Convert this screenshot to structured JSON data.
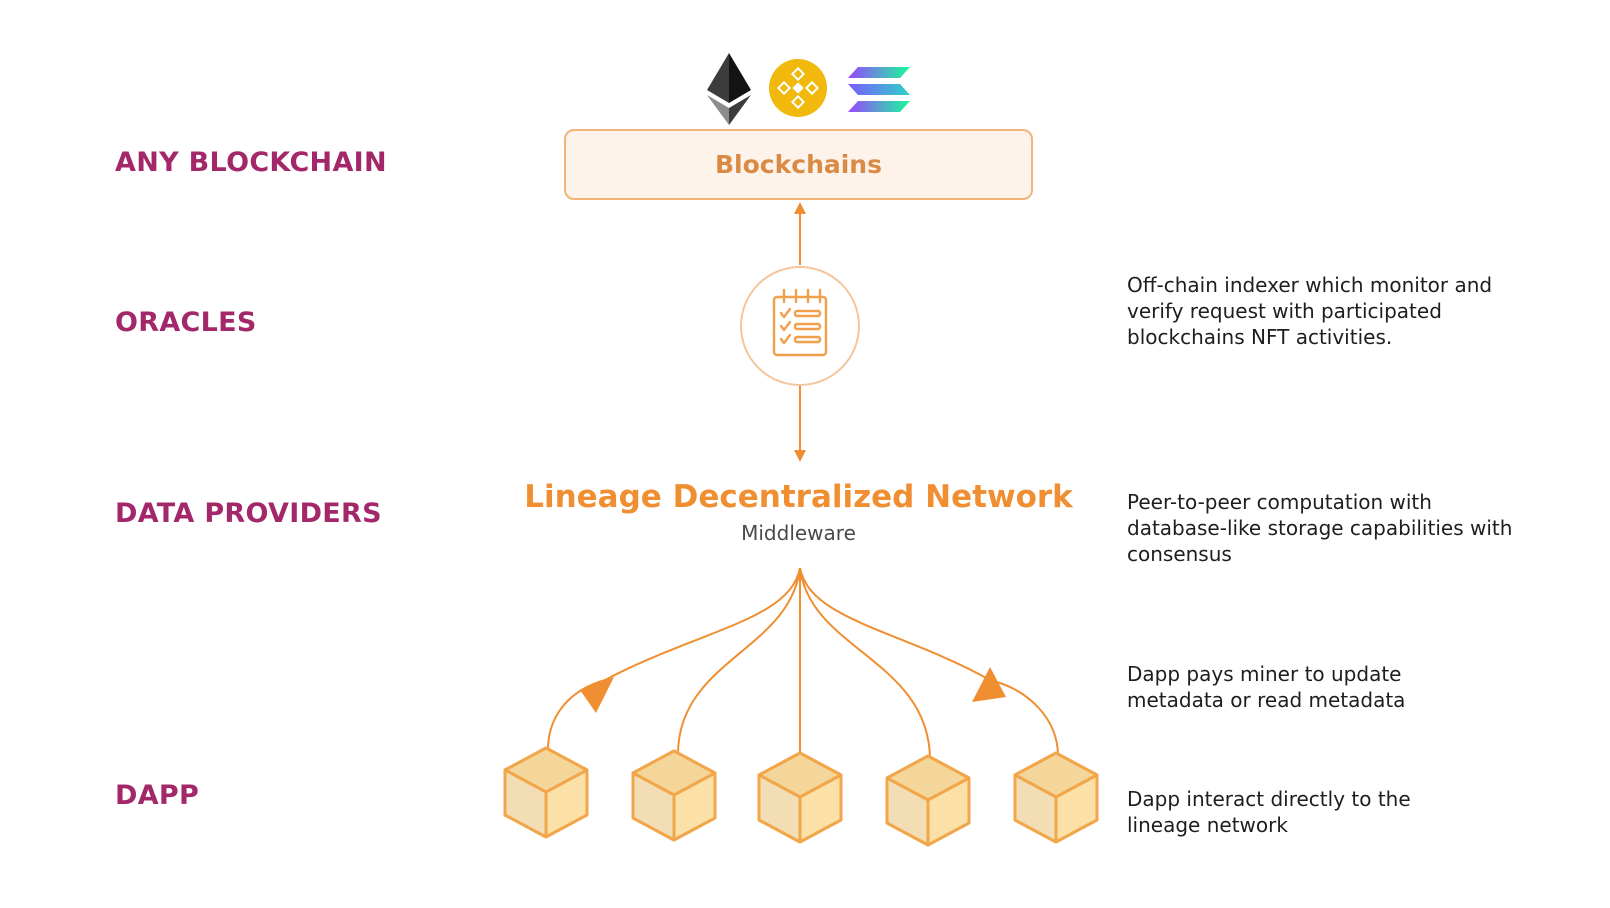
{
  "layers": {
    "any_blockchain": "ANY BLOCKCHAIN",
    "oracles": "ORACLES",
    "data_providers": "DATA PROVIDERS",
    "dapp": "DAPP"
  },
  "blockchains_box": {
    "label": "Blockchains"
  },
  "chain_icons": [
    "ethereum-icon",
    "binance-icon",
    "solana-icon"
  ],
  "oracle_icon": "checklist-icon",
  "network": {
    "title": "Lineage Decentralized Network",
    "subtitle": "Middleware"
  },
  "descriptions": {
    "oracles": "Off-chain indexer which monitor and verify request with participated blockchains NFT activities.",
    "data_providers": "Peer-to-peer computation with database-like storage capabilities with consensus",
    "dapp_pays": "Dapp pays miner to update metadata or read metadata",
    "dapp_interact": "Dapp interact directly to the lineage network"
  },
  "colors": {
    "layer_label": "#a3286a",
    "accent_orange": "#f08e32",
    "box_border": "#f2b47a",
    "box_fill": "#fdf3ea",
    "cube_light": "#fbe0a8",
    "ethereum": "#343434",
    "binance": "#f0b90b"
  }
}
